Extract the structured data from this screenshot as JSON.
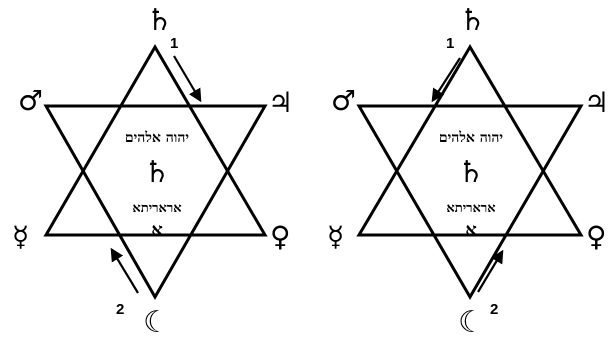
{
  "diagrams": [
    {
      "planets": {
        "top": "♄",
        "upper_left": "♂",
        "upper_right": "♃",
        "lower_left": "☿",
        "lower_right": "♀",
        "bottom": "☾"
      },
      "inner": {
        "hebrew_top": "יהוה אלהים",
        "center_glyph": "♄",
        "hebrew_bottom": "אראריתא",
        "hebrew_small": "א"
      },
      "arrows": {
        "top_label": "1",
        "bottom_label": "2"
      }
    },
    {
      "planets": {
        "top": "♄",
        "upper_left": "♂",
        "upper_right": "♃",
        "lower_left": "☿",
        "lower_right": "♀",
        "bottom": "☾"
      },
      "inner": {
        "hebrew_top": "יהוה אלהים",
        "center_glyph": "♄",
        "hebrew_bottom": "אראריתא",
        "hebrew_small": "א"
      },
      "arrows": {
        "top_label": "1",
        "bottom_label": "2"
      }
    }
  ]
}
